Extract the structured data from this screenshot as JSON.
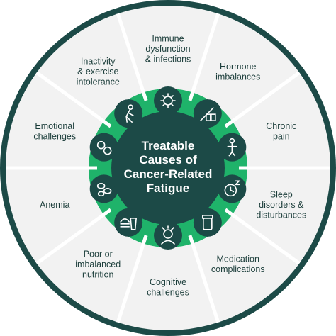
{
  "title_lines": [
    "Treatable",
    "Causes of",
    "Cancer-Related",
    "Fatigue"
  ],
  "colors": {
    "outer_ring": "#1c4a47",
    "segment_fill": "#f2f2f2",
    "segment_divider": "#ffffff",
    "green_ring": "#1fb36a",
    "icon_circle": "#1c4a47",
    "center": "#1c4a47",
    "label_text": "#1b3d3a",
    "icon_stroke": "#ffffff"
  },
  "segments": [
    {
      "lines": [
        "Immune",
        "dysfunction",
        "& infections"
      ],
      "icon": "virus-icon"
    },
    {
      "lines": [
        "Hormone",
        "imbalances"
      ],
      "icon": "syringe-vials-icon"
    },
    {
      "lines": [
        "Chronic",
        "pain"
      ],
      "icon": "back-pain-icon"
    },
    {
      "lines": [
        "Sleep",
        "disorders &",
        "disturbances"
      ],
      "icon": "sleep-clock-icon"
    },
    {
      "lines": [
        "Medication",
        "complications"
      ],
      "icon": "pill-bottle-icon"
    },
    {
      "lines": [
        "Cognitive",
        "challenges"
      ],
      "icon": "confused-person-icon"
    },
    {
      "lines": [
        "Poor or",
        "imbalanced",
        "nutrition"
      ],
      "icon": "fast-food-icon"
    },
    {
      "lines": [
        "Anemia"
      ],
      "icon": "red-blood-cells-icon"
    },
    {
      "lines": [
        "Emotional",
        "challenges"
      ],
      "icon": "emotion-faces-icon"
    },
    {
      "lines": [
        "Inactivity",
        "& exercise",
        "intolerance"
      ],
      "icon": "tired-person-icon"
    }
  ]
}
